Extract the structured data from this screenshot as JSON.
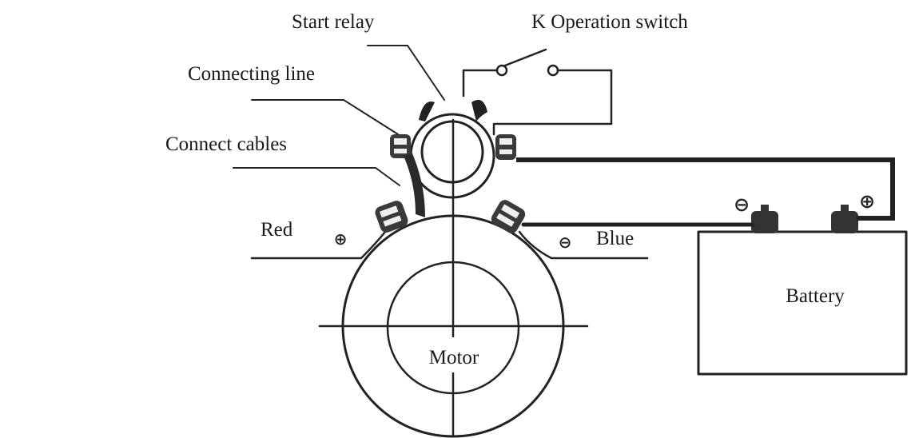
{
  "labels": {
    "start_relay": "Start relay",
    "operation_switch": "K Operation switch",
    "connecting_line": "Connecting line",
    "connect_cables": "Connect cables",
    "red": "Red",
    "blue": "Blue",
    "battery": "Battery",
    "motor": "Motor"
  },
  "symbols": {
    "plus": "⊕",
    "minus": "⊖"
  },
  "colors": {
    "ink": "#222222",
    "background": "#ffffff"
  }
}
